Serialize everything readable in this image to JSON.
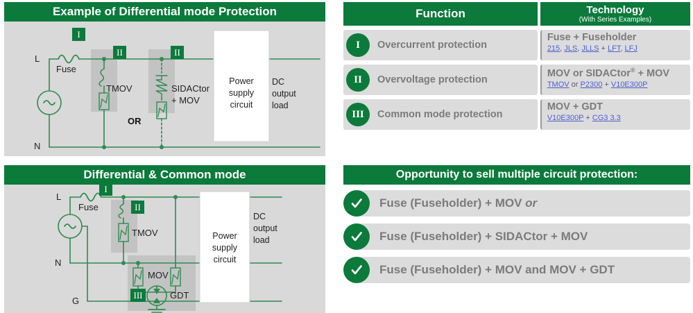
{
  "diagram_top": {
    "title": "Example of Differential mode Protection",
    "labels": {
      "line": "L",
      "neutral": "N",
      "fuse": "Fuse",
      "tmov": "TMOV",
      "sidactor": "SIDACtor",
      "sidactor2": "+ MOV",
      "or": "OR",
      "psu_l1": "Power",
      "psu_l2": "supply",
      "psu_l3": "circuit",
      "out_l1": "DC",
      "out_l2": "output",
      "out_l3": "load",
      "badge_i": "I",
      "badge_ii_a": "II",
      "badge_ii_b": "II"
    }
  },
  "diagram_bottom": {
    "title": "Differential & Common mode",
    "labels": {
      "line": "L",
      "neutral": "N",
      "ground": "G",
      "fuse": "Fuse",
      "tmov": "TMOV",
      "mov": "MOV",
      "gdt": "GDT",
      "psu_l1": "Power",
      "psu_l2": "supply",
      "psu_l3": "circuit",
      "out_l1": "DC",
      "out_l2": "output",
      "out_l3": "load",
      "badge_i": "I",
      "badge_ii": "II",
      "badge_iii": "III"
    }
  },
  "table": {
    "headers": {
      "function": "Function",
      "technology": "Technology",
      "technology_sub": "(With Series Examples)"
    },
    "rows": [
      {
        "badge": "I",
        "function": "Overcurrent protection",
        "tech_main": "Fuse + Fuseholder",
        "tech_parts": [
          {
            "text": "215",
            "link": true
          },
          {
            "text": ", ",
            "link": false
          },
          {
            "text": "JLS",
            "link": true
          },
          {
            "text": ", ",
            "link": false
          },
          {
            "text": "JLLS",
            "link": true
          },
          {
            "text": " + ",
            "link": false
          },
          {
            "text": "LFT",
            "link": true
          },
          {
            "text": ", ",
            "link": false
          },
          {
            "text": "LFJ",
            "link": true
          }
        ]
      },
      {
        "badge": "II",
        "function": "Overvoltage protection",
        "tech_main": "MOV or SIDACtor® + MOV",
        "tech_parts": [
          {
            "text": "TMOV",
            "link": true
          },
          {
            "text": " or ",
            "link": false
          },
          {
            "text": "P2300",
            "link": true
          },
          {
            "text": " + ",
            "link": false
          },
          {
            "text": "V10E300P",
            "link": true
          }
        ]
      },
      {
        "badge": "III",
        "function": "Common mode protection",
        "tech_main": "MOV + GDT",
        "tech_parts": [
          {
            "text": "V10E300P",
            "link": true
          },
          {
            "text": " + ",
            "link": false
          },
          {
            "text": "CG3 3.3",
            "link": true
          }
        ]
      }
    ]
  },
  "opportunity": {
    "title": "Opportunity to sell multiple circuit protection:",
    "icon": "check-icon",
    "items": [
      {
        "text": "Fuse (Fuseholder) + MOV ",
        "emph": "or"
      },
      {
        "text": "Fuse (Fuseholder) + SIDACtor + MOV",
        "emph": ""
      },
      {
        "text": "Fuse (Fuseholder) + MOV and MOV + GDT",
        "emph": ""
      }
    ]
  },
  "colors": {
    "brand_green": "#0b7a3b",
    "panel_gray": "#d9d9d9",
    "row_gray": "#dcdcdc",
    "text_gray": "#7b7b7b",
    "link_blue": "#4a5fd0",
    "wire_green": "#2e8b4f"
  }
}
